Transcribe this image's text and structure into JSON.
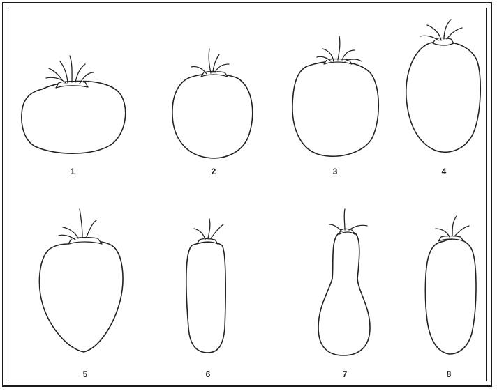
{
  "figure": {
    "shapes": [
      {
        "label": "1",
        "form": "flattened"
      },
      {
        "label": "2",
        "form": "slightly-flattened"
      },
      {
        "label": "3",
        "form": "rounded"
      },
      {
        "label": "4",
        "form": "high-rounded"
      },
      {
        "label": "5",
        "form": "heart-shaped"
      },
      {
        "label": "6",
        "form": "cylindrical"
      },
      {
        "label": "7",
        "form": "pyriform"
      },
      {
        "label": "8",
        "form": "ellipsoid"
      }
    ]
  }
}
